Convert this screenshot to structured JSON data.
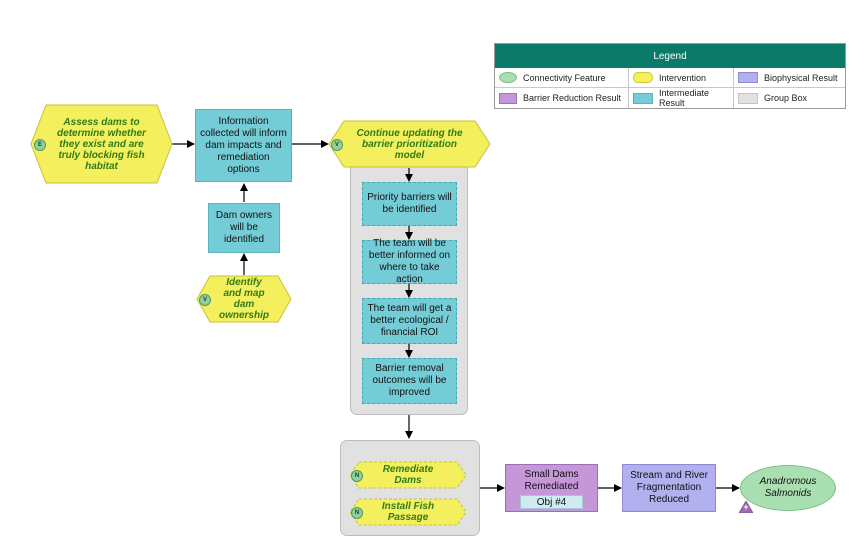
{
  "legend": {
    "title": "Legend",
    "items": [
      {
        "label": "Connectivity Feature",
        "color": "#a9dfb1"
      },
      {
        "label": "Intervention",
        "color": "#f4ef5c"
      },
      {
        "label": "Biophysical Result",
        "color": "#b3b0ef"
      },
      {
        "label": "Barrier Reduction Result",
        "color": "#c597d9"
      },
      {
        "label": "Intermediate Result",
        "color": "#74ccd6"
      },
      {
        "label": "Group Box",
        "color": "#e1e1e1"
      }
    ]
  },
  "nodes": {
    "assess_dams": {
      "text": "Assess dams to determine whether they exist and are truly blocking fish habitat",
      "badge": "E"
    },
    "info_collected": {
      "text": "Information collected will inform dam impacts and remediation options"
    },
    "dam_owners": {
      "text": "Dam owners will be identified"
    },
    "identify_owners": {
      "text": "Identify and map dam ownership",
      "badge": "V"
    },
    "continue_updating": {
      "text": "Continue updating the barrier prioritization model",
      "badge": "V"
    },
    "priority_barriers": {
      "text": "Priority barriers will be identified"
    },
    "better_informed": {
      "text": "The team will be better informed on where to take action"
    },
    "better_roi": {
      "text": "The team will get a better ecological / financial ROI"
    },
    "barrier_outcomes": {
      "text": "Barrier removal outcomes will be improved"
    },
    "remediate_dams": {
      "text": "Remediate Dams",
      "badge": "N"
    },
    "install_passage": {
      "text": "Install Fish Passage",
      "badge": "N"
    },
    "small_dams": {
      "text": "Small Dams Remediated",
      "objective": "Obj #4"
    },
    "fragmentation": {
      "text": "Stream and River Fragmentation Reduced"
    },
    "salmonids": {
      "text": "Anadromous Salmonids",
      "badge": "+"
    }
  },
  "colors": {
    "intervention": "#f4ef5c",
    "intermediate": "#74ccd6",
    "barrier_reduction": "#c597d9",
    "biophysical": "#b3b0ef",
    "connectivity": "#a9dfb1",
    "group": "#e1e1e1",
    "legend_header": "#0c7a68"
  }
}
